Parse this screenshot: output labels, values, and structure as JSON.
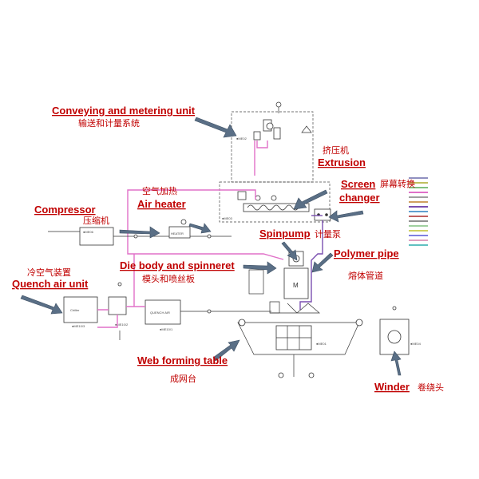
{
  "labels": {
    "conveying_en": "Conveying and metering unit",
    "conveying_cn": "输送和计量系统",
    "extrusion_cn": "挤压机",
    "extrusion_en": "Extrusion",
    "screen_line1": "Screen",
    "screen_line2": "changer",
    "screen_cn": "屏幕转换",
    "air_heater_cn": "空气加热",
    "air_heater_en": "Air heater",
    "compressor_en": "Compressor",
    "compressor_cn": "压缩机",
    "spinpump_en": "Spinpump",
    "spinpump_cn": "计量泵",
    "polymer_pipe_en": "Polymer pipe",
    "polymer_pipe_cn": "熔体管道",
    "die_body_en": "Die body and spinneret",
    "die_body_cn": "模头和喷丝板",
    "quench_cn": "冷空气装置",
    "quench_en": "Quench air unit",
    "web_forming_en": "Web forming table",
    "web_forming_cn": "成网台",
    "winder_en": "Winder",
    "winder_cn": "卷绕头"
  },
  "colors": {
    "label_red": "#c00000",
    "air_pipe_pink": "#e070c8",
    "polymer_pipe_purple": "#7a4fb0",
    "arrow_gray_blue": "#5a6f86"
  }
}
